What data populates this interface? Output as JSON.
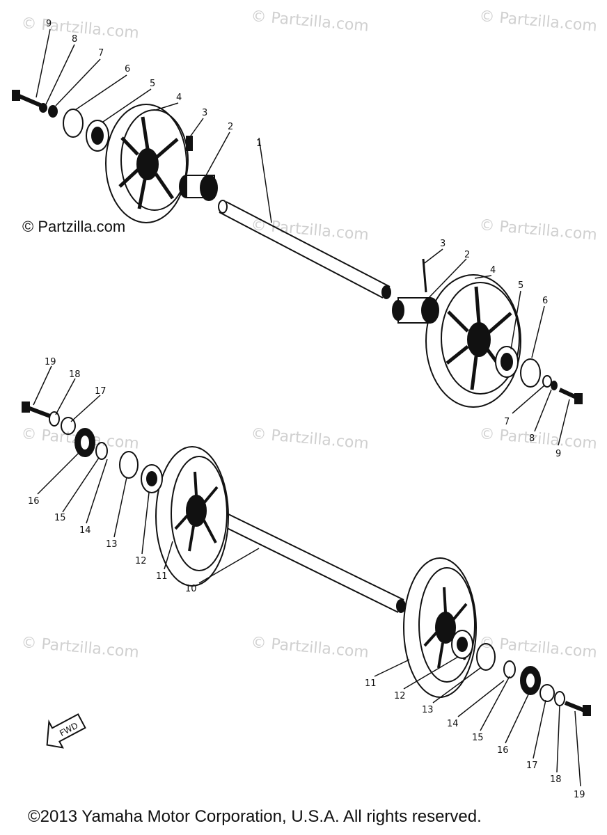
{
  "watermark": "© Partzilla.com",
  "credit": "© Partzilla.com",
  "copyright": "©2013 Yamaha Motor Corporation, U.S.A. All rights reserved.",
  "fwd_label": "FWD",
  "upper_callouts": {
    "n9": "9",
    "n8": "8",
    "n7": "7",
    "n6": "6",
    "n5": "5",
    "n4": "4",
    "n3": "3",
    "n2": "2",
    "n1": "1"
  },
  "upper_right_callouts": {
    "n3": "3",
    "n2": "2",
    "n4": "4",
    "n5": "5",
    "n6": "6",
    "n7": "7",
    "n8": "8",
    "n9": "9"
  },
  "lower_callouts": {
    "n19": "19",
    "n18": "18",
    "n17": "17",
    "n16": "16",
    "n15": "15",
    "n14": "14",
    "n13": "13",
    "n12": "12",
    "n11": "11",
    "n10": "10"
  },
  "lower_right_callouts": {
    "n11": "11",
    "n12": "12",
    "n13": "13",
    "n14": "14",
    "n15": "15",
    "n16": "16",
    "n17": "17",
    "n18": "18",
    "n19": "19"
  }
}
